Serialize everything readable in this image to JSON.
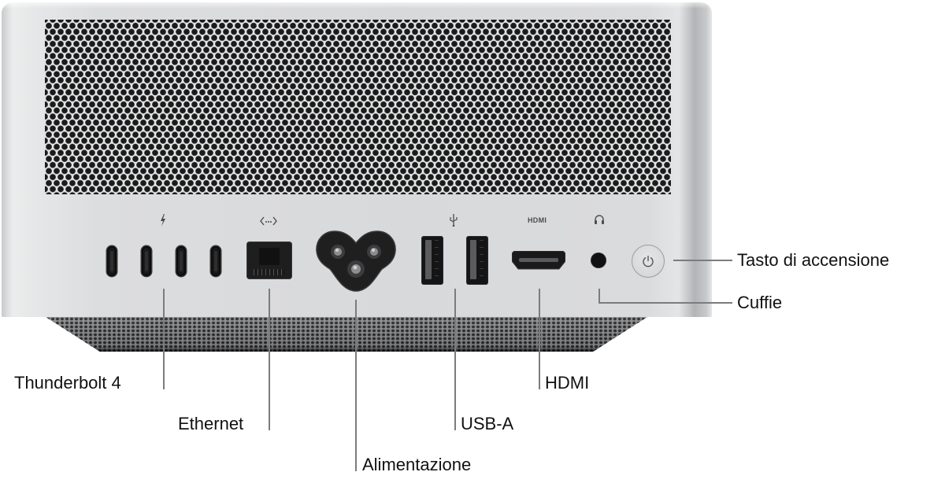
{
  "diagram": {
    "subject": "Mac Studio rear panel",
    "colors": {
      "chassis": "#d9dadc",
      "port_dark": "#1a1a1b",
      "leader_line": "#7b7c7e",
      "label_text": "#111111",
      "icon_gray": "#4d4d4f"
    },
    "port_icons": {
      "thunderbolt": "thunderbolt-icon",
      "ethernet": "ethernet-icon",
      "usb": "usb-icon",
      "hdmi": "HDMI",
      "headphones": "headphones-icon",
      "power": "power-icon"
    },
    "labels": {
      "thunderbolt": "Thunderbolt 4",
      "ethernet": "Ethernet",
      "power_input": "Alimentazione",
      "usb_a": "USB-A",
      "hdmi": "HDMI",
      "headphones": "Cuffie",
      "power_button": "Tasto di accensione"
    }
  }
}
